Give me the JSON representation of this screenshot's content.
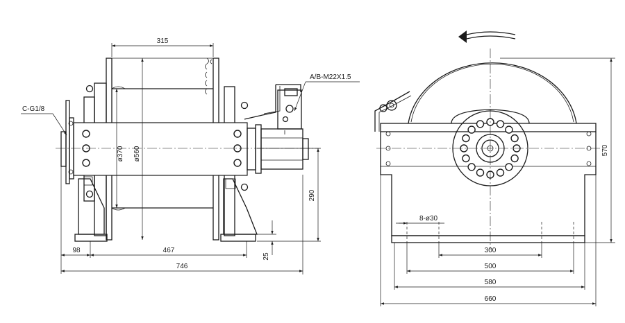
{
  "side_view": {
    "dimensions": {
      "d_315": "315",
      "d_98": "98",
      "d_467": "467",
      "d_746": "746",
      "d_290": "290",
      "d_25": "25",
      "d_370": "ø370",
      "d_560": "ø560"
    },
    "callouts": {
      "port_ab": "A/B-M22X1.5",
      "port_c": "C-G1/8"
    }
  },
  "end_view": {
    "dimensions": {
      "d_570": "570",
      "d_holes": "8-ø30",
      "d_300": "300",
      "d_500": "500",
      "d_580": "580",
      "d_660": "660"
    }
  }
}
